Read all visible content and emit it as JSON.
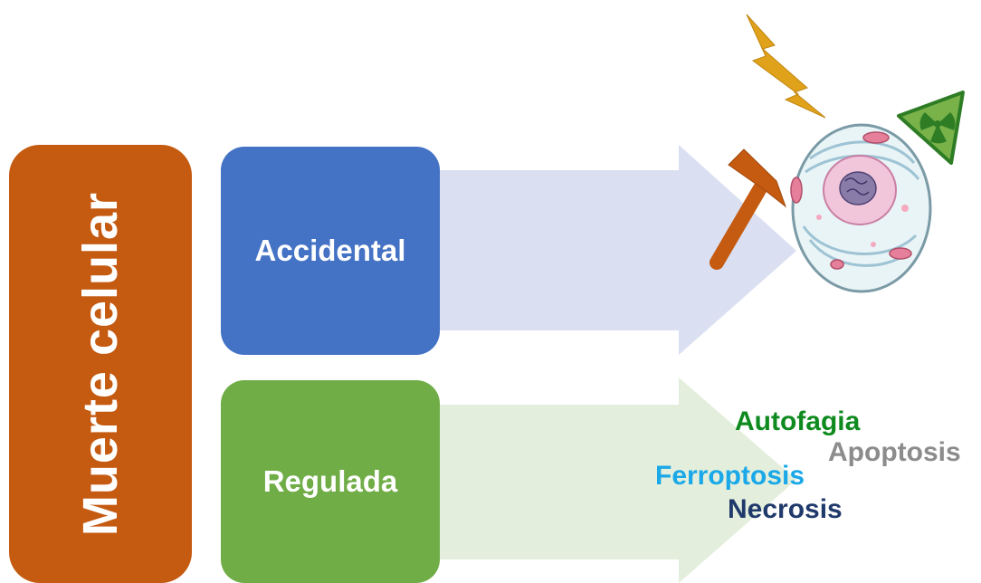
{
  "root": {
    "label": "Muerte celular",
    "color": "#c55a11"
  },
  "categories": [
    {
      "label": "Accidental",
      "color": "#4472c4",
      "arrow_color": "#dadff1"
    },
    {
      "label": "Regulada",
      "color": "#70ad47",
      "arrow_color": "#e3efdc"
    }
  ],
  "accidental_icons": [
    "lightning-icon",
    "hammer-icon",
    "radiation-warning-icon",
    "cell-icon"
  ],
  "regulated_types": [
    {
      "label": "Autofagia",
      "color": "#0e8a1f"
    },
    {
      "label": "Apoptosis",
      "color": "#8c8c8c"
    },
    {
      "label": "Ferroptosis",
      "color": "#1aa8e8"
    },
    {
      "label": "Necrosis",
      "color": "#1f3a6b"
    }
  ]
}
